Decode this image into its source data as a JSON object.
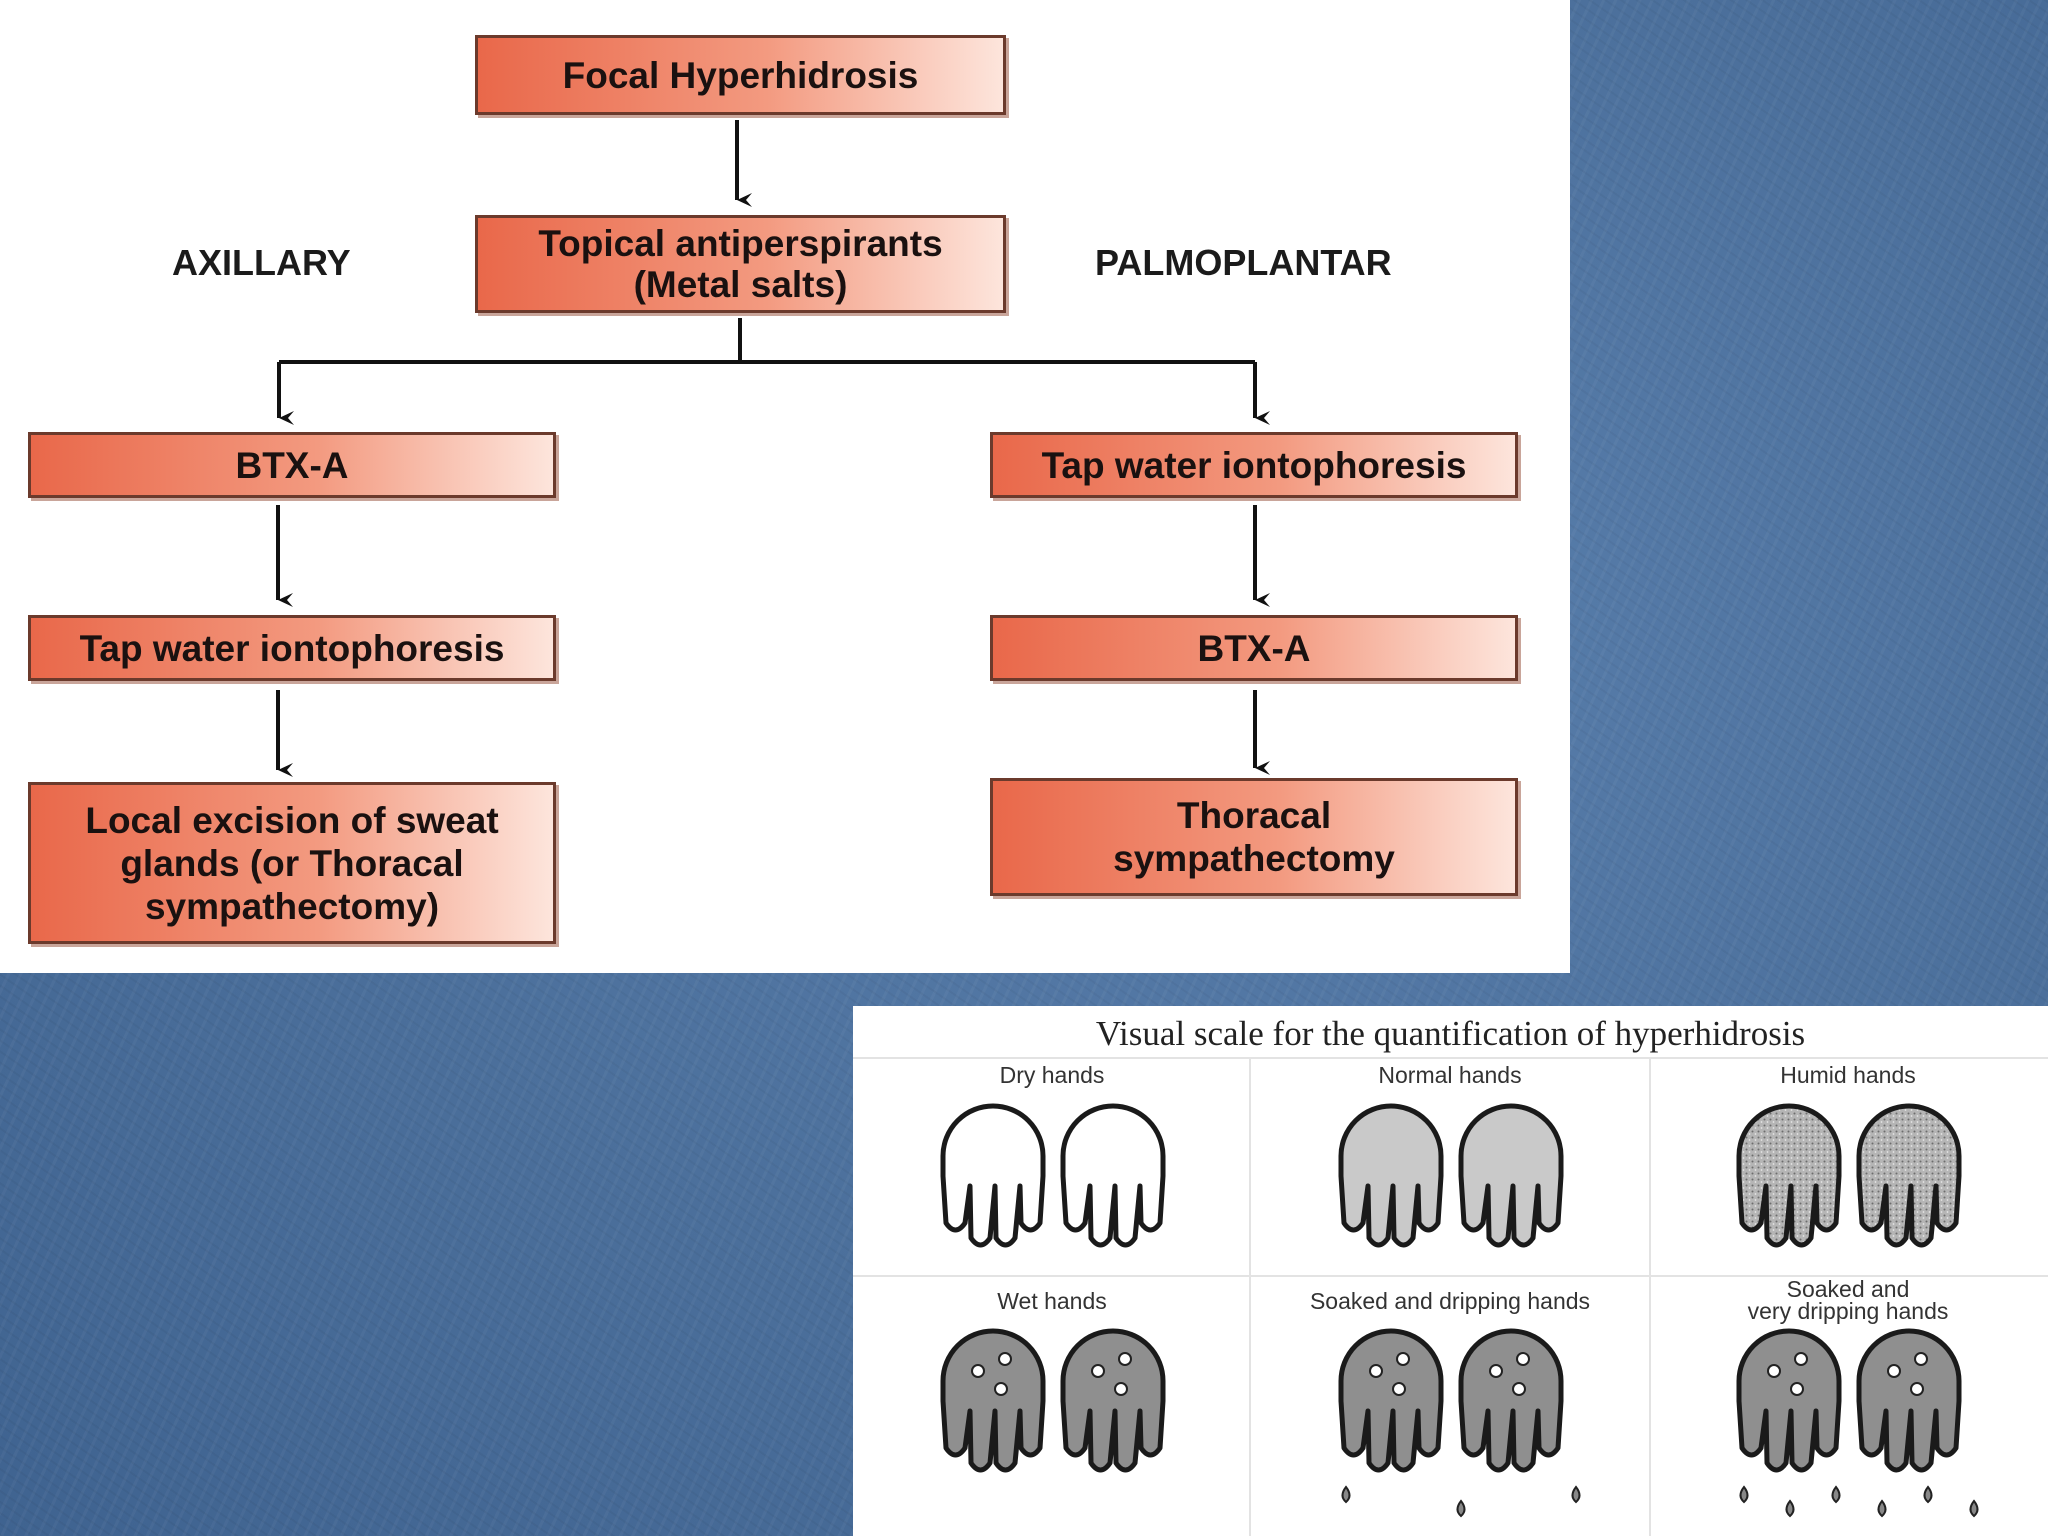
{
  "flowchart": {
    "root": "Focal Hyperhidrosis",
    "topical": [
      "Topical antiperspirants",
      "(Metal salts)"
    ],
    "left_label": "AXILLARY",
    "right_label": "PALMOPLANTAR",
    "axillary_steps": [
      "BTX-A",
      "Tap water iontophoresis",
      [
        "Local excision of sweat",
        "glands (or Thoracal",
        "sympathectomy)"
      ]
    ],
    "palmoplantar_steps": [
      "Tap water iontophoresis",
      "BTX-A",
      [
        "Thoracal",
        "sympathectomy"
      ]
    ],
    "colors": {
      "box_left": "#e9684a",
      "box_right": "#fde5dc",
      "border": "#6b3a2c"
    }
  },
  "visual_scale": {
    "title": "Visual scale for the quantification of hyperhidrosis",
    "levels": [
      {
        "label": [
          "Dry hands"
        ],
        "fill": "none",
        "drops_on_hand": 0,
        "drips_below": 0
      },
      {
        "label": [
          "Normal hands"
        ],
        "fill": "light-gray",
        "drops_on_hand": 0,
        "drips_below": 0
      },
      {
        "label": [
          "Humid hands"
        ],
        "fill": "speckled-gray",
        "drops_on_hand": 0,
        "drips_below": 0
      },
      {
        "label": [
          "Wet hands"
        ],
        "fill": "gray",
        "drops_on_hand": 3,
        "drips_below": 0
      },
      {
        "label": [
          "Soaked and dripping hands"
        ],
        "fill": "gray",
        "drops_on_hand": 3,
        "drips_below": 3
      },
      {
        "label": [
          "Soaked and",
          "very dripping hands"
        ],
        "fill": "gray",
        "drops_on_hand": 3,
        "drips_below": 6
      }
    ]
  }
}
